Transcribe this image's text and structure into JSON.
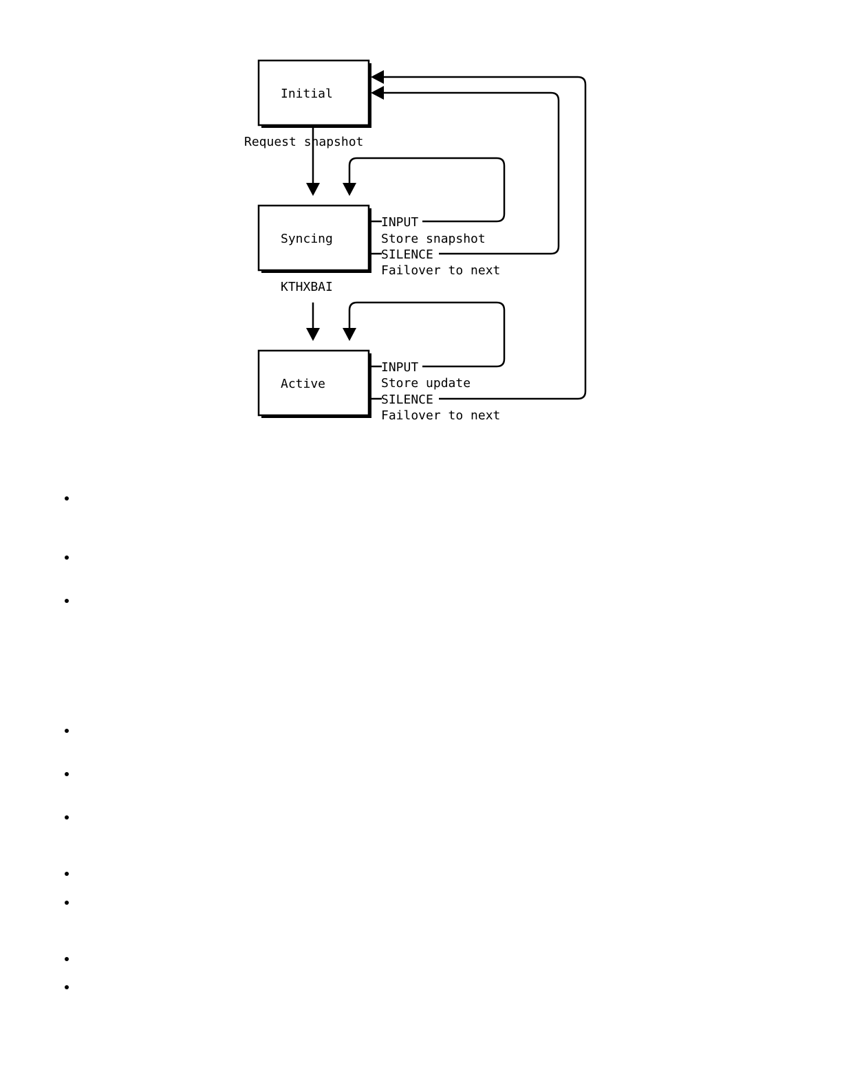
{
  "diagram": {
    "states": {
      "initial": "Initial",
      "syncing": "Syncing",
      "active": "Active"
    },
    "transitions": {
      "initial_to_syncing": "Request snapshot",
      "syncing_to_active": "KTHXBAI"
    },
    "syncing_events": {
      "input_label": "INPUT",
      "input_action": "Store snapshot",
      "silence_label": "SILENCE",
      "silence_action": "Failover to next"
    },
    "active_events": {
      "input_label": "INPUT",
      "input_action": "Store update",
      "silence_label": "SILENCE",
      "silence_action": "Failover to next"
    }
  },
  "bullet_list": {
    "count": 10
  }
}
